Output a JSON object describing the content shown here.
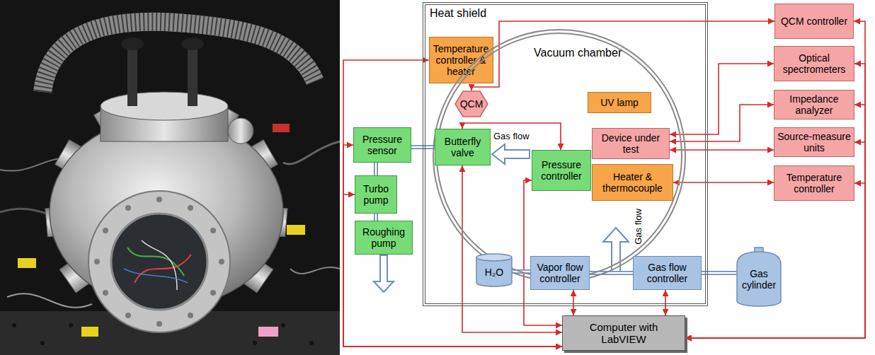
{
  "diagram": {
    "nodes": [
      {
        "text": [
          "Heat shield"
        ]
      },
      {
        "text": [
          "Temperature controller & heater"
        ],
        "in": 0
      },
      {
        "text": [
          "Vacuum chamber"
        ],
        "in": 0
      },
      {
        "text": [
          "QCM"
        ],
        "in": 2
      },
      {
        "text": [
          "UV lamp"
        ],
        "in": 2
      },
      {
        "text": [
          "Device under test"
        ],
        "in": 2
      },
      {
        "text": [
          "Heater & thermocouple"
        ],
        "in": 2
      },
      {
        "text": [
          "Pressure controller"
        ],
        "in": 2
      },
      {
        "text": [
          "Butterfly valve"
        ],
        "in": 0
      },
      {
        "text": [
          "Pressure sensor"
        ]
      },
      {
        "text": [
          "Turbo pump"
        ]
      },
      {
        "text": [
          "Roughing pump"
        ]
      },
      {
        "text": [
          "H₂O"
        ],
        "in": 0
      },
      {
        "text": [
          "Vapor flow controller"
        ],
        "in": 0
      },
      {
        "text": [
          "Gas flow controller"
        ],
        "in": 0
      },
      {
        "text": [
          "Gas cylinder"
        ]
      },
      {
        "text": [
          "QCM controller"
        ]
      },
      {
        "text": [
          "Optical spectrometers"
        ]
      },
      {
        "text": [
          "Impedance analyzer"
        ]
      },
      {
        "text": [
          "Source-measure units"
        ]
      },
      {
        "text": [
          "Temperature controller"
        ]
      },
      {
        "text": [
          "Computer with LabVIEW"
        ]
      }
    ],
    "edges": [
      {
        "from": 1,
        "to": 21,
        "arrow": "both"
      },
      {
        "from": 9,
        "to": 21,
        "arrow": "both"
      },
      {
        "from": 10,
        "to": 21,
        "arrow": "both"
      },
      {
        "from": 3,
        "to": 16,
        "arrow": "both"
      },
      {
        "from": 8,
        "to": 7,
        "arrow": "both"
      },
      {
        "from": 8,
        "to": 21,
        "arrow": "both"
      },
      {
        "from": 7,
        "to": 21,
        "arrow": "both"
      },
      {
        "from": 13,
        "to": 21,
        "arrow": "both"
      },
      {
        "from": 14,
        "to": 21,
        "arrow": "both"
      },
      {
        "from": 5,
        "to": 17,
        "arrow": "both"
      },
      {
        "from": 5,
        "to": 18,
        "arrow": "both"
      },
      {
        "from": 5,
        "to": 19,
        "arrow": "both"
      },
      {
        "from": 6,
        "to": 20,
        "arrow": "both"
      },
      {
        "from": 16,
        "to": 21,
        "arrow": "both"
      },
      {
        "from": 17,
        "to": 21,
        "arrow": "both"
      },
      {
        "from": 18,
        "to": 21,
        "arrow": "both"
      },
      {
        "from": 19,
        "to": 21,
        "arrow": "both"
      },
      {
        "from": 20,
        "to": 21,
        "arrow": "both"
      },
      {
        "from": 8,
        "to": 9,
        "arrow": "none"
      },
      {
        "from": 9,
        "to": 10,
        "arrow": "none"
      },
      {
        "from": 10,
        "to": 11,
        "arrow": "none"
      },
      {
        "from": 12,
        "to": 13,
        "arrow": "none"
      },
      {
        "from": 13,
        "to": 14,
        "arrow": "none"
      },
      {
        "from": 14,
        "to": 15,
        "arrow": "none"
      }
    ],
    "labels": [
      "Gas flow",
      "Gas flow"
    ]
  }
}
